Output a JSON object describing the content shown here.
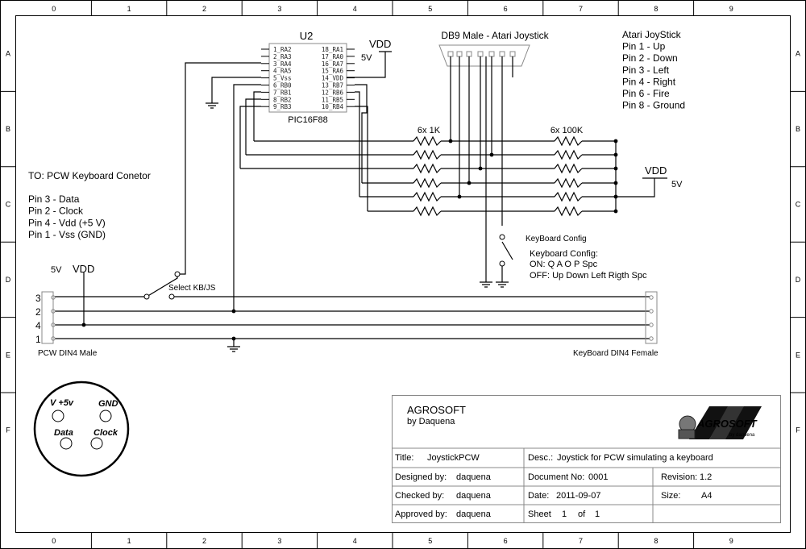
{
  "frame": {
    "columns": [
      "0",
      "1",
      "2",
      "3",
      "4",
      "5",
      "6",
      "7",
      "8",
      "9"
    ],
    "rows": [
      "A",
      "B",
      "C",
      "D",
      "E",
      "F"
    ]
  },
  "u2": {
    "ref": "U2",
    "part": "PIC16F88",
    "left_pins": [
      "1_RA2",
      "2_RA3",
      "3_RA4",
      "4_RA5",
      "5_Vss",
      "6_RB0",
      "7_RB1",
      "8_RB2",
      "9_RB3"
    ],
    "right_pins": [
      "18_RA1",
      "17_RA0",
      "16_RA7",
      "15_RA6",
      "14_VDD",
      "13_RB7",
      "12_RB6",
      "11_RB5",
      "10_RB4"
    ]
  },
  "vdd_top": {
    "label": "VDD",
    "value": "5V"
  },
  "db9": {
    "label": "DB9 Male - Atari Joystick"
  },
  "atari_notes": [
    "Atari JoyStick",
    "Pin 1 - Up",
    "Pin 2 - Down",
    "Pin 3 - Left",
    "Pin 4 - Right",
    "Pin 6 - Fire",
    "Pin 8 - Ground"
  ],
  "resistors": {
    "left_label": "6x 1K",
    "right_label": "6x 100K"
  },
  "vdd_right": {
    "label": "VDD",
    "value": "5V"
  },
  "pcw_notes": {
    "title": "TO: PCW Keyboard Conetor",
    "lines": [
      "Pin 3 - Data",
      "Pin 2 - Clock",
      "Pin 4 - Vdd (+5 V)",
      "Pin 1 - Vss (GND)"
    ]
  },
  "vdd_left": {
    "value": "5V",
    "label": "VDD"
  },
  "select_switch": {
    "label": "Select KB/JS"
  },
  "kb_config": {
    "switch_label": "KeyBoard Config",
    "title": "Keyboard Config:",
    "on": "ON: Q A O P Spc",
    "off": "OFF: Up Down Left Rigth Spc"
  },
  "connectors": {
    "left_label": "PCW DIN4 Male",
    "right_label": "KeyBoard DIN4 Female",
    "pin_numbers": [
      "3",
      "2",
      "4",
      "1"
    ]
  },
  "din_pins": {
    "vcc": "V +5v",
    "gnd": "GND",
    "data": "Data",
    "clock": "Clock"
  },
  "title_block": {
    "company": "AGROSOFT",
    "author": "by Daquena",
    "logo_text": "AGROSOFT",
    "logo_sub": "by daquena",
    "title_label": "Title:",
    "title_value": "JoystickPCW",
    "desc_label": "Desc.:",
    "desc_value": "Joystick for PCW simulating a keyboard",
    "designed_label": "Designed by:",
    "designed_value": "daquena",
    "docno_label": "Document No:",
    "docno_value": "0001",
    "revision_label": "Revision:",
    "revision_value": "1.2",
    "checked_label": "Checked by:",
    "checked_value": "daquena",
    "date_label": "Date:",
    "date_value": "2011-09-07",
    "size_label": "Size:",
    "size_value": "A4",
    "approved_label": "Approved by:",
    "approved_value": "daquena",
    "sheet_label": "Sheet",
    "sheet_value": "1",
    "of_label": "of",
    "of_value": "1"
  },
  "colors": {
    "line": "#000000",
    "pin_text": "#222222"
  }
}
